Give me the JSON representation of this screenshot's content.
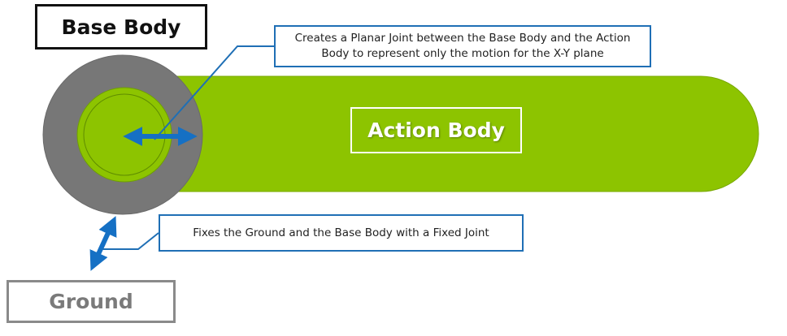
{
  "labels": {
    "base_body": "Base Body",
    "action_body": "Action Body",
    "ground": "Ground"
  },
  "callouts": {
    "planar_joint": "Creates a Planar Joint between the Base Body and the Action Body to represent only the motion for the X-Y plane",
    "fixed_joint": "Fixes the Ground and the Base Body with a Fixed Joint"
  },
  "colors": {
    "action_body_green": "#8dc400",
    "base_body_gray": "#777777",
    "arrow_blue": "#1570c4",
    "callout_border": "#1f6fb5"
  }
}
